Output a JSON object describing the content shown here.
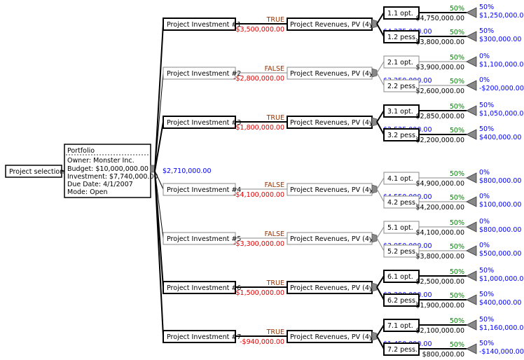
{
  "root": {
    "label": "Project selection"
  },
  "portfolio": {
    "title": "Portfolio",
    "owner": "Owner: Monster Inc.",
    "budget": "Budget: $10,000,000.00",
    "investment": "Investment: $7,740,000.00",
    "due": "Due Date: 4/1/2007",
    "mode": "Mode: Open",
    "value": "$2,710,000.00"
  },
  "projects": [
    {
      "name": "Project Investment #1",
      "decision": "TRUE",
      "cost": "-$3,500,000.00",
      "revenue_label": "Project  Revenues, PV (4y)",
      "revenue_value": "$4,275,000.00",
      "selected": true,
      "outcomes": [
        {
          "label": "1.1  opt.",
          "prob": "50%",
          "pv": "$4,750,000.00",
          "payoff_prob": "50%",
          "payoff": "$1,250,000.00"
        },
        {
          "label": "1.2  pess.",
          "prob": "50%",
          "pv": "$3,800,000.00",
          "payoff_prob": "50%",
          "payoff": "$300,000.00"
        }
      ]
    },
    {
      "name": "Project Investment #2",
      "decision": "FALSE",
      "cost": "-$2,800,000.00",
      "revenue_label": "Project  Revenues, PV (4y)",
      "revenue_value": "$3,250,000.00",
      "selected": false,
      "outcomes": [
        {
          "label": "2.1  opt.",
          "prob": "50%",
          "pv": "$3,900,000.00",
          "payoff_prob": "0%",
          "payoff": "$1,100,000.00"
        },
        {
          "label": "2.2  pess.",
          "prob": "50%",
          "pv": "$2,600,000.00",
          "payoff_prob": "0%",
          "payoff": "-$200,000.00"
        }
      ]
    },
    {
      "name": "Project Investment #3",
      "decision": "TRUE",
      "cost": "-$1,800,000.00",
      "revenue_label": "Project  Revenues, PV (4y)",
      "revenue_value": "$2,525,000.00",
      "selected": true,
      "outcomes": [
        {
          "label": "3.1  opt.",
          "prob": "50%",
          "pv": "$2,850,000.00",
          "payoff_prob": "50%",
          "payoff": "$1,050,000.00"
        },
        {
          "label": "3.2  pess.",
          "prob": "50%",
          "pv": "$2,200,000.00",
          "payoff_prob": "50%",
          "payoff": "$400,000.00"
        }
      ]
    },
    {
      "name": "Project Investment #4",
      "decision": "FALSE",
      "cost": "-$4,100,000.00",
      "revenue_label": "Project  Revenues, PV (4y)",
      "revenue_value": "$4,550,000.00",
      "selected": false,
      "outcomes": [
        {
          "label": "4.1  opt.",
          "prob": "50%",
          "pv": "$4,900,000.00",
          "payoff_prob": "0%",
          "payoff": "$800,000.00"
        },
        {
          "label": "4.2  pess.",
          "prob": "50%",
          "pv": "$4,200,000.00",
          "payoff_prob": "0%",
          "payoff": "$100,000.00"
        }
      ]
    },
    {
      "name": "Project Investment #5",
      "decision": "FALSE",
      "cost": "-$3,300,000.00",
      "revenue_label": "Project  Revenues, PV (4y)",
      "revenue_value": "$3,950,000.00",
      "selected": false,
      "outcomes": [
        {
          "label": "5.1  opt.",
          "prob": "50%",
          "pv": "$4,100,000.00",
          "payoff_prob": "0%",
          "payoff": "$800,000.00"
        },
        {
          "label": "5.2  pess.",
          "prob": "50%",
          "pv": "$3,800,000.00",
          "payoff_prob": "0%",
          "payoff": "$500,000.00"
        }
      ]
    },
    {
      "name": "Project Investment #6",
      "decision": "TRUE",
      "cost": "-$1,500,000.00",
      "revenue_label": "Project  Revenues, PV (4y)",
      "revenue_value": "$2,200,000.00",
      "selected": true,
      "outcomes": [
        {
          "label": "6.1  opt.",
          "prob": "50%",
          "pv": "$2,500,000.00",
          "payoff_prob": "50%",
          "payoff": "$1,000,000.00"
        },
        {
          "label": "6.2  pess.",
          "prob": "50%",
          "pv": "$1,900,000.00",
          "payoff_prob": "50%",
          "payoff": "$400,000.00"
        }
      ]
    },
    {
      "name": "Project Investment #7",
      "decision": "TRUE",
      "cost": "-$940,000.00",
      "revenue_label": "Project  Revenues, PV (4y)",
      "revenue_value": "$1,450,000.00",
      "selected": true,
      "outcomes": [
        {
          "label": "7.1  opt.",
          "prob": "50%",
          "pv": "$2,100,000.00",
          "payoff_prob": "50%",
          "payoff": "$1,160,000.00"
        },
        {
          "label": "7.2  pess.",
          "prob": "50%",
          "pv": "$800,000.00",
          "payoff_prob": "50%",
          "payoff": "-$140,000.00"
        }
      ]
    }
  ]
}
